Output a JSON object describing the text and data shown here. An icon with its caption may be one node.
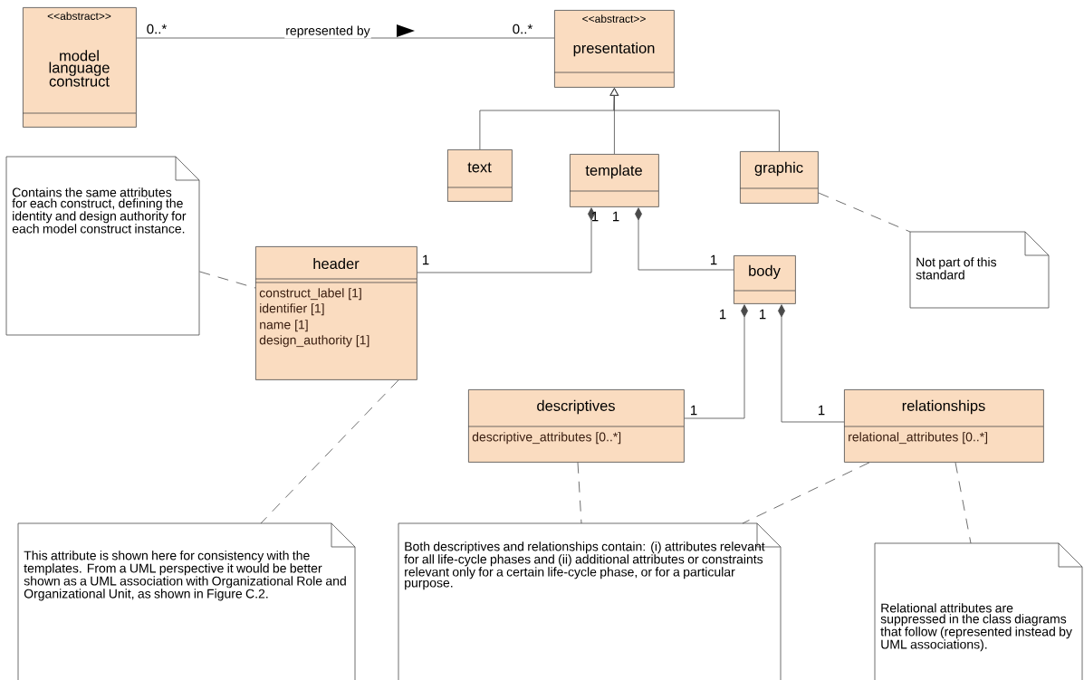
{
  "diagram": {
    "nodes": [
      {
        "text": [
          "<<abstract>>",
          "model language construct"
        ]
      },
      {
        "text": [
          "<<abstract>>",
          "presentation"
        ]
      },
      {
        "text": [
          "text"
        ]
      },
      {
        "text": [
          "template"
        ]
      },
      {
        "text": [
          "graphic"
        ]
      },
      {
        "text": [
          "Contains the same attributes for each construct, defining the identity and design authority for each model construct instance."
        ]
      },
      {
        "text": [
          "header",
          "construct_label [1]",
          "identifier [1]",
          "name [1]",
          "design_authority [1]"
        ]
      },
      {
        "text": [
          "body"
        ]
      },
      {
        "text": [
          "Not part of this standard"
        ]
      },
      {
        "text": [
          "descriptives",
          "descriptive_attributes [0..*]"
        ]
      },
      {
        "text": [
          "relationships",
          "relational_attributes [0..*]"
        ]
      },
      {
        "text": [
          "This attribute is shown here for consistency with the templates. From a UML perspective it would be better shown as a UML association with Organizational Role and Organizational Unit, as shown in Figure C.2."
        ]
      },
      {
        "text": [
          "Both descriptives and relationships contain: (i) attributes relevant for all life-cycle phases and (ii) additional attributes or constraints relevant only for a certain life-cycle phase, or for a particular purpose."
        ]
      },
      {
        "text": [
          "Relational attributes are suppressed in the class diagrams that follow (represented instead by UML associations)."
        ]
      }
    ],
    "edges": [
      {
        "from": 0,
        "to": 1,
        "arrow": "none",
        "label": "represented by"
      },
      {
        "from": 2,
        "to": 1,
        "arrow": "to"
      },
      {
        "from": 3,
        "to": 1,
        "arrow": "to"
      },
      {
        "from": 4,
        "to": 1,
        "arrow": "to"
      },
      {
        "from": 6,
        "to": 3,
        "arrow": "other"
      },
      {
        "from": 7,
        "to": 3,
        "arrow": "other"
      },
      {
        "from": 9,
        "to": 7,
        "arrow": "other"
      },
      {
        "from": 10,
        "to": 7,
        "arrow": "other"
      },
      {
        "from": 5,
        "to": 6,
        "arrow": "none",
        "style": "dashed"
      },
      {
        "from": 4,
        "to": 8,
        "arrow": "none",
        "style": "dashed"
      },
      {
        "from": 6,
        "to": 11,
        "arrow": "none",
        "style": "dashed"
      },
      {
        "from": 9,
        "to": 12,
        "arrow": "none",
        "style": "dashed"
      },
      {
        "from": 10,
        "to": 12,
        "arrow": "none",
        "style": "dashed"
      },
      {
        "from": 10,
        "to": 13,
        "arrow": "none",
        "style": "dashed"
      }
    ],
    "labels": [
      "0..*",
      "0..*",
      "1",
      "1",
      "1",
      "1",
      "1",
      "1",
      "1",
      "1"
    ]
  }
}
